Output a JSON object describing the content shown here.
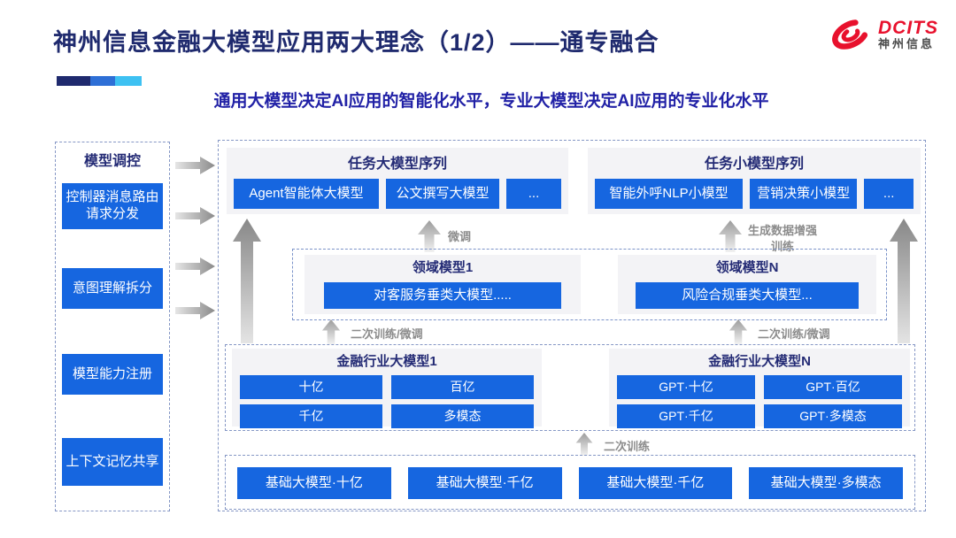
{
  "header": {
    "title": "神州信息金融大模型应用两大理念（1/2）——通专融合",
    "subtitle": "通用大模型决定AI应用的智能化水平，专业大模型决定AI应用的专业化水平",
    "logo": {
      "brand": "DCITS",
      "brand_cn": "神州信息"
    }
  },
  "sidebar": {
    "title": "模型调控",
    "items": [
      {
        "label": "控制器消息路由请求分发"
      },
      {
        "label": "意图理解拆分"
      },
      {
        "label": "模型能力注册"
      },
      {
        "label": "上下文记忆共享"
      }
    ]
  },
  "main": {
    "task_large": {
      "title": "任务大模型序列",
      "items": [
        "Agent智能体大模型",
        "公文撰写大模型",
        "..."
      ]
    },
    "task_small": {
      "title": "任务小模型序列",
      "items": [
        "智能外呼NLP小模型",
        "营销决策小模型",
        "..."
      ]
    },
    "arrow_labels": {
      "fine_tune": "微调",
      "gen_data_training": "生成数据增强训练",
      "retrain_finetune": "二次训练/微调",
      "retrain": "二次训练"
    },
    "domain": {
      "groups": [
        {
          "title": "领域模型1",
          "item": "对客服务垂类大模型....."
        },
        {
          "title": "领域模型N",
          "item": "风险合规垂类大模型..."
        }
      ]
    },
    "industry": {
      "groups": [
        {
          "title": "金融行业大模型1",
          "items": [
            "十亿",
            "百亿",
            "千亿",
            "多模态"
          ]
        },
        {
          "title": "金融行业大模型N",
          "items": [
            "GPT·十亿",
            "GPT·百亿",
            "GPT·千亿",
            "GPT·多模态"
          ]
        }
      ]
    },
    "base": {
      "items": [
        "基础大模型·十亿",
        "基础大模型·千亿",
        "基础大模型·千亿",
        "基础大模型·多模态"
      ]
    }
  },
  "colors": {
    "accent_blue": "#1666e0",
    "heading_navy": "#242b75",
    "title_navy": "#1f2a6e",
    "subtitle_blue": "#2121a6",
    "logo_red": "#e8112d",
    "accent_cyan": "#3ec1f2",
    "arrow_gray": "#8c8c8c"
  }
}
